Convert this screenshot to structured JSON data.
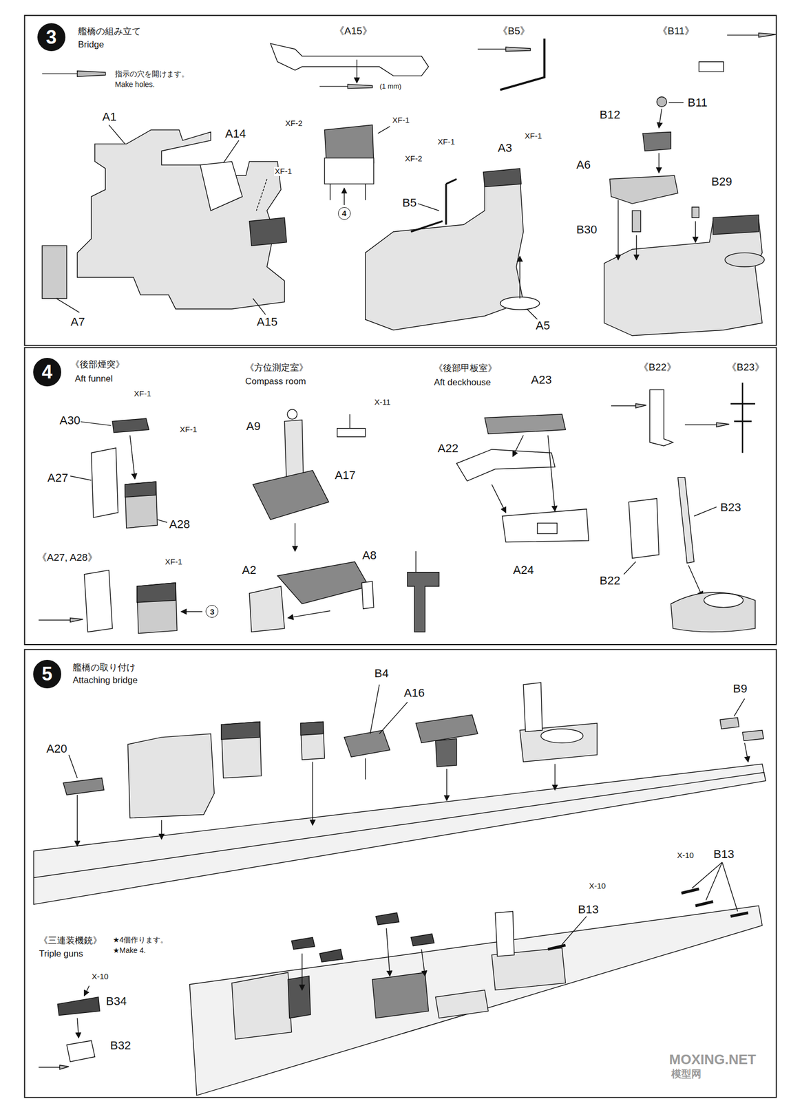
{
  "diagram": {
    "nodes": [
      {
        "text": [
          "3"
        ]
      },
      {
        "text": [
          "4"
        ]
      },
      {
        "text": [
          "4"
        ]
      },
      {
        "text": [
          "3"
        ]
      },
      {
        "text": [
          "5"
        ]
      }
    ],
    "labels": [
      "艦橋の組み立て",
      "Bridge",
      "指示の穴を開けます。",
      "Make holes.",
      "《A15》",
      "(1 mm)",
      "《B5》",
      "《B11》",
      "A1",
      "A14",
      "XF-1",
      "A7",
      "A15",
      "XF-2",
      "XF-1",
      "XF-1",
      "XF-2",
      "A3",
      "XF-1",
      "B5",
      "A5",
      "B11",
      "B12",
      "A6",
      "B29",
      "B30",
      "《後部煙突》",
      "Aft funnel",
      "《方位測定室》",
      "Compass room",
      "《後部甲板室》",
      "Aft deckhouse",
      "《B22》",
      "《B23》",
      "XF-1",
      "A30",
      "XF-1",
      "A27",
      "A28",
      "X-11",
      "A9",
      "A17",
      "A23",
      "A22",
      "A24",
      "B23",
      "B22",
      "《A27, A28》",
      "XF-1",
      "A2",
      "A8",
      "艦橋の取り付け",
      "Attaching bridge",
      "B4",
      "A16",
      "B9",
      "A20",
      "X-10",
      "B13",
      "X-10",
      "B13",
      "《三連装機銃》",
      "★4個作ります。",
      "Triple guns",
      "★Make 4.",
      "X-10",
      "B34",
      "B32",
      "MOXING.NET",
      "模型网"
    ]
  }
}
